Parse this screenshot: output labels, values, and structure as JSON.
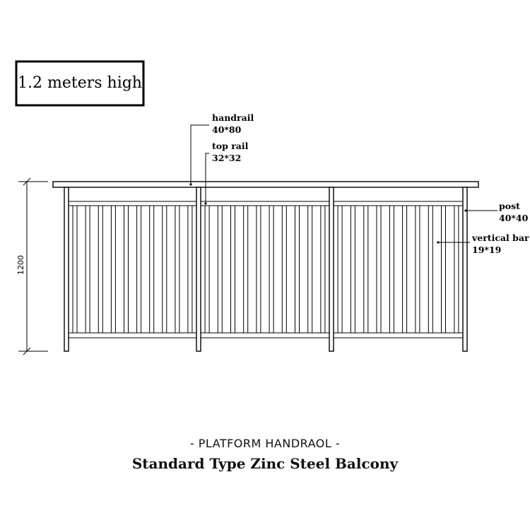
{
  "badge": {
    "text": "1.2 meters high"
  },
  "dimension": {
    "text": "1200"
  },
  "callouts": {
    "handrail": {
      "name": "handrail",
      "size": "40*80"
    },
    "top_rail": {
      "name": "top rail",
      "size": "32*32"
    },
    "post": {
      "name": "post",
      "size": "40*40"
    },
    "vertical_bar": {
      "name": "vertical bar",
      "size": "19*19"
    }
  },
  "footer": {
    "subtitle": "- PLATFORM HANDRAOL -",
    "title": "Standard Type Zinc Steel Balcony"
  }
}
